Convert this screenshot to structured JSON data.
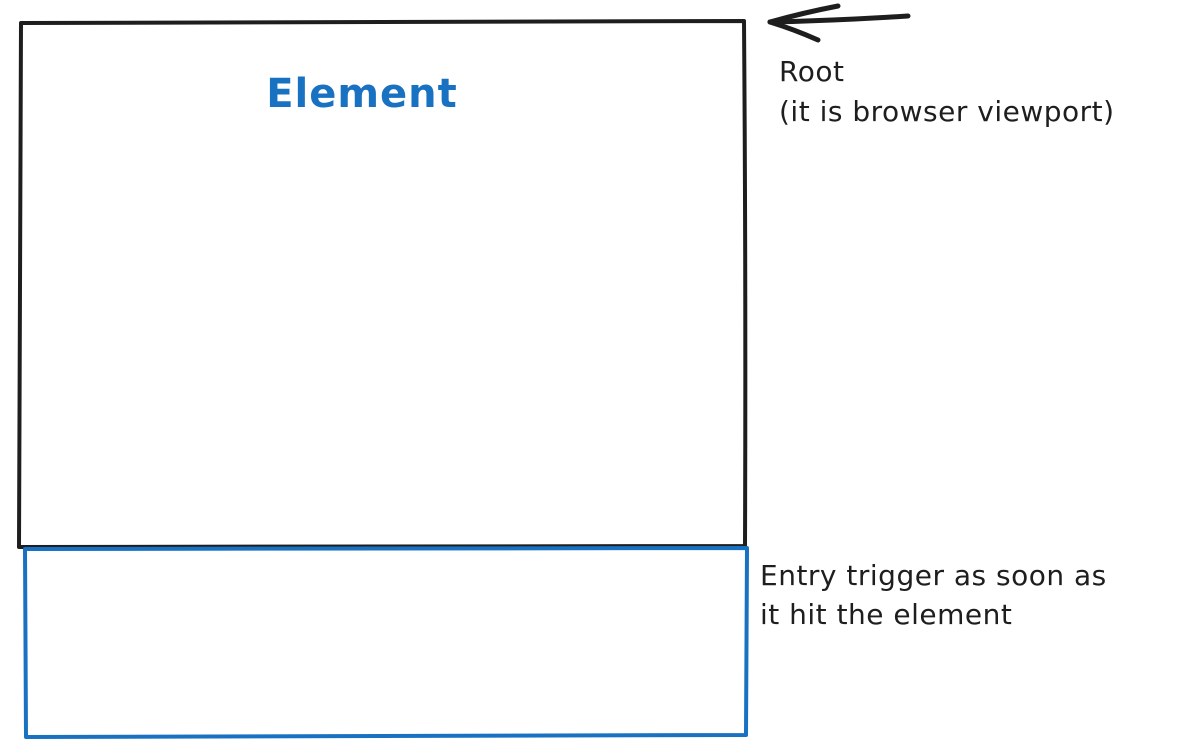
{
  "canvas": {
    "background": "#ffffff"
  },
  "boxes": {
    "root": {
      "label_line1": "Root",
      "label_line2": "(it is browser viewport)",
      "stroke": "#1e1e1e"
    },
    "element": {
      "label": "Element",
      "stroke": "#1971c2",
      "label_color": "#1971c2"
    }
  },
  "arrow": {
    "name": "arrow-left",
    "stroke": "#1e1e1e"
  },
  "annotations": {
    "entry_line1": "Entry trigger as soon as",
    "entry_line2": "it hit the element"
  }
}
